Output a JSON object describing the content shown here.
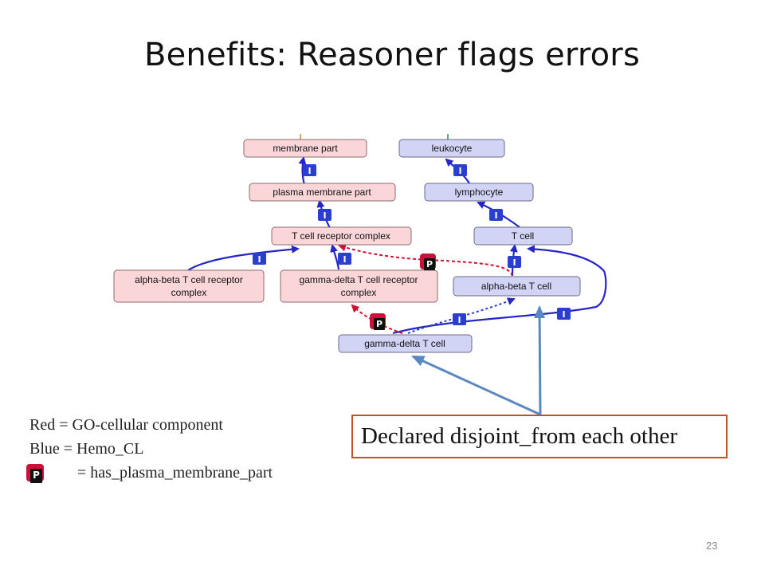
{
  "slide": {
    "title": "Benefits:  Reasoner flags errors",
    "page_number": "23"
  },
  "diagram": {
    "nodes": {
      "membrane_part": "membrane part",
      "plasma_membrane_part": "plasma membrane part",
      "tcr_complex": "T cell receptor complex",
      "ab_tcr_complex": [
        "alpha-beta T cell receptor",
        "complex"
      ],
      "gd_tcr_complex": [
        "gamma-delta T cell receptor",
        "complex"
      ],
      "leukocyte": "leukocyte",
      "lymphocyte": "lymphocyte",
      "t_cell": "T cell",
      "ab_t_cell": "alpha-beta T cell",
      "gd_t_cell": "gamma-delta T cell"
    },
    "badges": {
      "is_a": "I",
      "part": "P"
    },
    "colors": {
      "red_node_fill": "#fbd6d8",
      "blue_node_fill": "#d2d4f6",
      "is_a_edge": "#2525c8",
      "part_edge": "#d01030",
      "inferred_edge": "#2a3ed0",
      "callout_border": "#c0532a",
      "callout_arrow": "#5a88c0"
    }
  },
  "legend": {
    "red": "Red  = GO-cellular component",
    "blue": "Blue  = Hemo_CL",
    "p_icon": "part-badge-icon",
    "p": "= has_plasma_membrane_part"
  },
  "callout": {
    "text": "Declared disjoint_from each other"
  }
}
